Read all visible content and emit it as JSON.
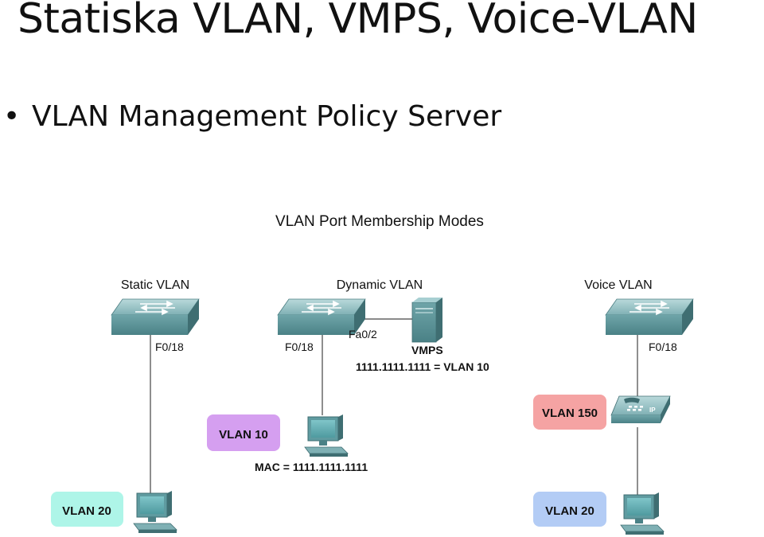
{
  "slide": {
    "title": "Statiska VLAN, VMPS, Voice-VLAN",
    "bullet": "VLAN Management Policy Server"
  },
  "diagram": {
    "title": "VLAN Port Membership Modes",
    "static": {
      "heading": "Static VLAN",
      "port": "F0/18",
      "pc_vlan": "VLAN 20",
      "pc_vlan_color": "#aef5e8"
    },
    "dynamic": {
      "heading": "Dynamic VLAN",
      "port": "F0/18",
      "uplink_port": "Fa0/2",
      "server_label": "VMPS",
      "mapping": "1111.1111.1111 = VLAN 10",
      "pc_vlan": "VLAN 10",
      "pc_vlan_color": "#d59ff0",
      "mac": "MAC = 1111.1111.1111"
    },
    "voice": {
      "heading": "Voice VLAN",
      "port": "F0/18",
      "phone_vlan": "VLAN 150",
      "phone_vlan_color": "#f5a3a3",
      "phone_badge": "IP",
      "pc_vlan": "VLAN 20",
      "pc_vlan_color": "#b3ccf5"
    }
  },
  "colors": {
    "device_top": "#8fbcbf",
    "device_front": "#5e9599",
    "device_dark": "#3f6e72"
  }
}
